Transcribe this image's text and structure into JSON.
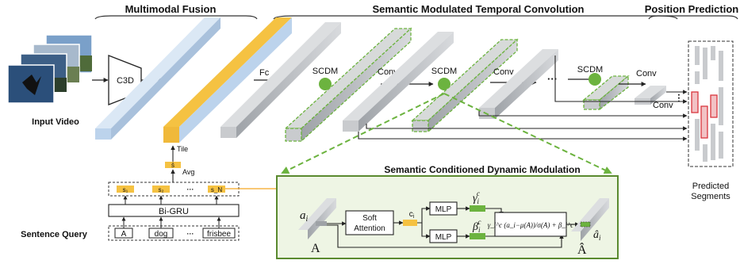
{
  "sections": {
    "fusion": "Multimodal Fusion",
    "temporal": "Semantic Modulated Temporal Convolution",
    "position": "Position Prediction"
  },
  "labels": {
    "input_video": "Input Video",
    "c3d": "C3D",
    "fc": "Fc",
    "scdm": "SCDM",
    "conv": "Conv",
    "tile": "Tile",
    "avg": "Avg",
    "s_bar": "s̄",
    "bi_gru": "Bi-GRU",
    "sentence_query": "Sentence Query",
    "predicted_segments": "Predicted Segments",
    "ellipsis": "···"
  },
  "query_words": [
    "A",
    "dog",
    "···",
    "frisbee"
  ],
  "word_states": [
    "s₁",
    "s₂",
    "···",
    "s_N"
  ],
  "modulation": {
    "title": "Semantic Conditioned Dynamic  Modulation",
    "input_symbol": "a_i",
    "input_label": "A",
    "soft_attention": "Soft Attention",
    "c_label": "c_i",
    "mlp": "MLP",
    "gamma": "γ_i^c",
    "beta": "β_i^c",
    "formula": "γ_i^c (a_i−μ(A))/σ(A) + β_i^c",
    "output_symbol": "â_i",
    "output_label": "Â"
  },
  "colors": {
    "feature_blue": "#bcd3ec",
    "feature_yellow": "#f5c242",
    "feature_gray": "#c9cbce",
    "scdm_green": "#6cb33f",
    "panel_green_bg": "#eef5e4",
    "panel_border": "#5a8a2f",
    "segment_red": "#d9363e"
  }
}
